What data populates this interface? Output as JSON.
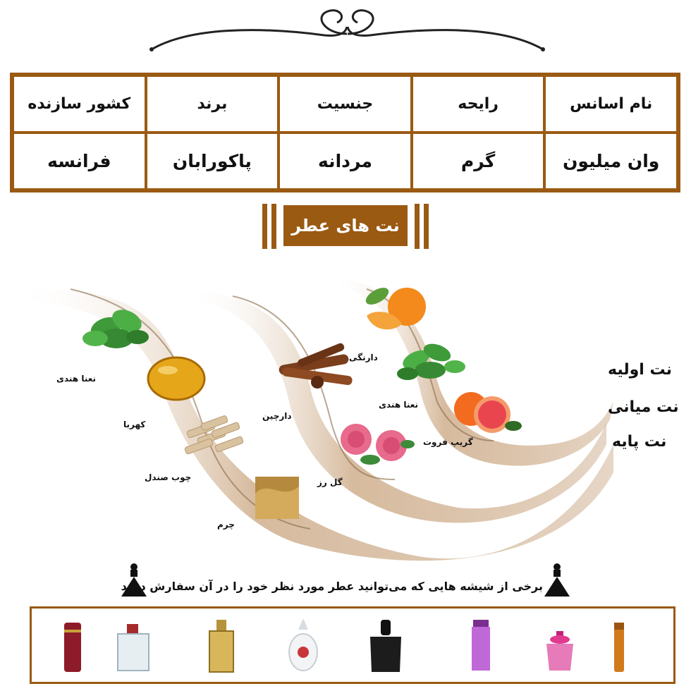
{
  "info_table": {
    "headers": [
      "نام اسانس",
      "رایحه",
      "جنسیت",
      "برند",
      "کشور سازنده"
    ],
    "values": [
      "وان میلیون",
      "گرم",
      "مردانه",
      "پاکورابان",
      "فرانسه"
    ]
  },
  "section_title": "نت های عطر",
  "note_tiers": [
    "نت اولیه",
    "نت میانی",
    "نت پایه"
  ],
  "ingredients": [
    {
      "label": "نعنا هندی",
      "icon": "mint-icon"
    },
    {
      "label": "کهربا",
      "icon": "amber-icon"
    },
    {
      "label": "چوب صندل",
      "icon": "sandalwood-icon"
    },
    {
      "label": "چرم",
      "icon": "leather-icon"
    },
    {
      "label": "دارچین",
      "icon": "cinnamon-icon"
    },
    {
      "label": "دارنگی",
      "icon": "tangerine-icon"
    },
    {
      "label": "نعنا هندی",
      "icon": "mint-icon"
    },
    {
      "label": "گریپ فروت",
      "icon": "grapefruit-icon"
    },
    {
      "label": "گل رز",
      "icon": "rose-icon"
    }
  ],
  "order_text": "برخی از شیشه هایی که می‌توانید عطر مورد نظر خود را در آن سفارش دهید",
  "colors": {
    "accent": "#9a5a12",
    "swirl": "#c9a47e"
  }
}
